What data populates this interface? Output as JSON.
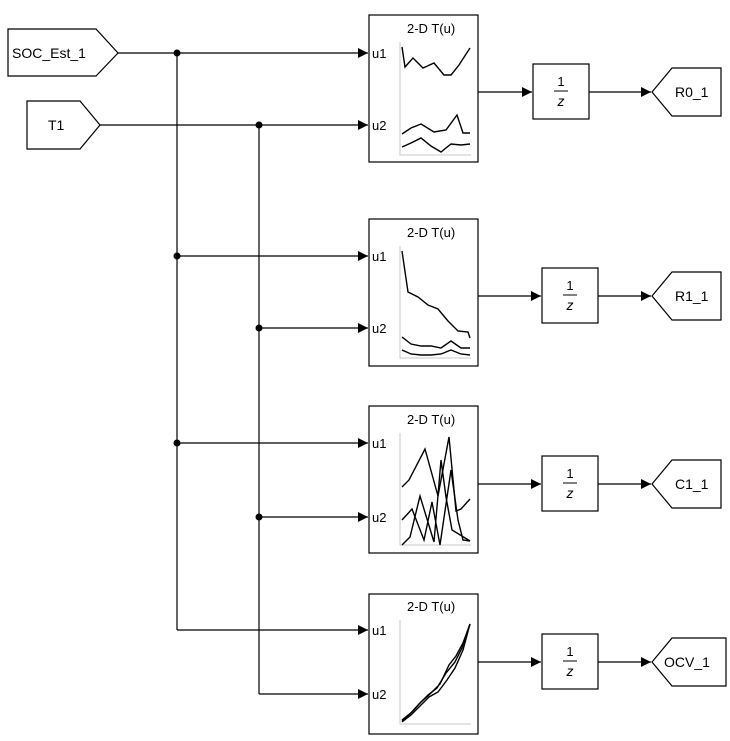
{
  "inputs": {
    "soc": "SOC_Est_1",
    "temperature": "T1"
  },
  "lookup_tables": [
    {
      "title": "2-D T(u)",
      "port1": "u1",
      "port2": "u2"
    },
    {
      "title": "2-D T(u)",
      "port1": "u1",
      "port2": "u2"
    },
    {
      "title": "2-D T(u)",
      "port1": "u1",
      "port2": "u2"
    },
    {
      "title": "2-D T(u)",
      "port1": "u1",
      "port2": "u2"
    }
  ],
  "delays": [
    {
      "numerator": "1",
      "denominator": "z"
    },
    {
      "numerator": "1",
      "denominator": "z"
    },
    {
      "numerator": "1",
      "denominator": "z"
    },
    {
      "numerator": "1",
      "denominator": "z"
    }
  ],
  "outputs": [
    "R0_1",
    "R1_1",
    "C1_1",
    "OCV_1"
  ]
}
